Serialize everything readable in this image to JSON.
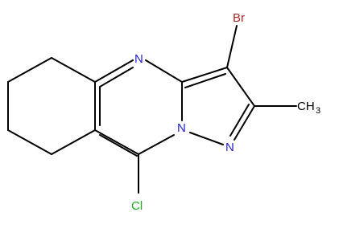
{
  "molecule": {
    "atoms": {
      "br": {
        "text": "Br",
        "color": "#a52a2a"
      },
      "n_top": {
        "text": "N",
        "color": "#2222cc"
      },
      "n_bridge": {
        "text": "N",
        "color": "#2222cc"
      },
      "n_pyrazole": {
        "text": "N",
        "color": "#2222cc"
      },
      "cl": {
        "text": "Cl",
        "color": "#22aa22"
      },
      "methyl_main": {
        "text": "CH",
        "color": "#000000"
      },
      "methyl_sub": {
        "text": "3",
        "color": "#000000"
      }
    },
    "bond_color": "#000000"
  }
}
